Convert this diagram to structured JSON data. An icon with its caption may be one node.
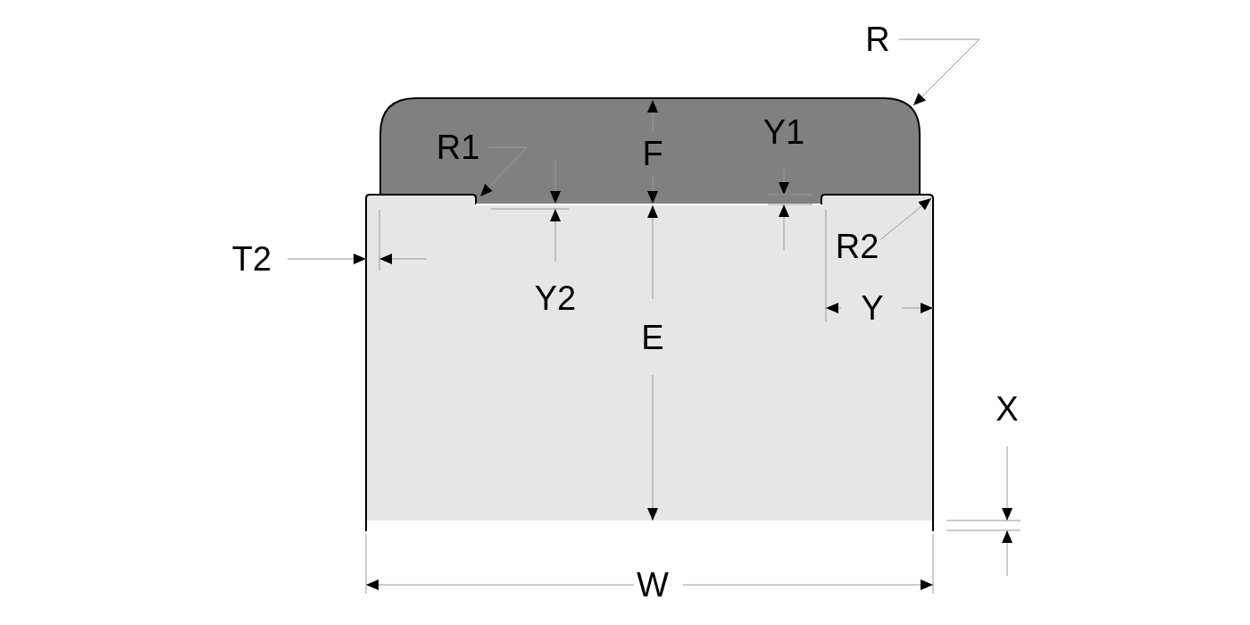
{
  "diagram": {
    "nodes": [
      {
        "text": [
          "R"
        ]
      },
      {
        "text": [
          "R1"
        ]
      },
      {
        "text": [
          "R2"
        ]
      }
    ],
    "edges": [
      {
        "from": 0,
        "to": null,
        "arrow": "to"
      },
      {
        "from": 1,
        "to": null,
        "arrow": "to"
      },
      {
        "from": 2,
        "to": null,
        "arrow": "to"
      }
    ],
    "labels": [
      "Y1",
      "F",
      "T2",
      "Y2",
      "Y",
      "E",
      "X",
      "W"
    ]
  }
}
